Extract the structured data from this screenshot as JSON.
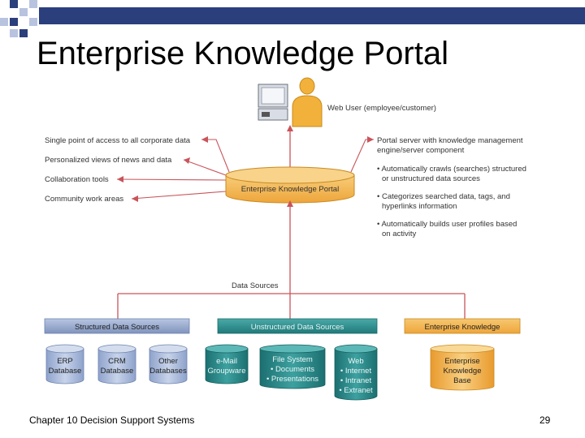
{
  "slide": {
    "title": "Enterprise Knowledge Portal",
    "footer_left": "Chapter 10 Decision Support Systems",
    "page_number": "29"
  },
  "colors": {
    "accent_bar": "#2b3f7d",
    "square_light": "#b7c3df",
    "portal_fill": "#f2b44a",
    "structured_fill": "#93a6cc",
    "unstructured_fill": "#2f8d8d",
    "knowledge_fill": "#f2b44a",
    "arrow_red": "#c9545a"
  },
  "diagram": {
    "web_user_label": "Web User (employee/customer)",
    "left_features": [
      "Single point of access to all corporate data",
      "Personalized views of news and data",
      "Collaboration tools",
      "Community work areas"
    ],
    "portal_label": "Enterprise Knowledge Portal",
    "server_lines": [
      "Portal server with knowledge management",
      "engine/server component"
    ],
    "bullets": [
      [
        "• Automatically crawls (searches) structured",
        "or unstructured data sources"
      ],
      [
        "• Categorizes searched data, tags, and",
        "hyperlinks information"
      ],
      [
        "• Automatically builds user profiles based",
        "on activity"
      ]
    ],
    "data_sources_label": "Data Sources",
    "structured_header": "Structured Data Sources",
    "unstructured_header": "Unstructured Data Sources",
    "knowledge_header": "Enterprise Knowledge",
    "structured_dbs": [
      [
        "ERP",
        "Database"
      ],
      [
        "CRM",
        "Database"
      ],
      [
        "Other",
        "Databases"
      ]
    ],
    "unstructured_dbs": [
      [
        "e-Mail",
        "Groupware"
      ],
      [
        "File System",
        "• Documents",
        "• Presentations"
      ],
      [
        "Web",
        "• Internet",
        "• Intranet",
        "• Extranet"
      ]
    ],
    "knowledge_db": [
      "Enterprise",
      "Knowledge",
      "Base"
    ]
  }
}
